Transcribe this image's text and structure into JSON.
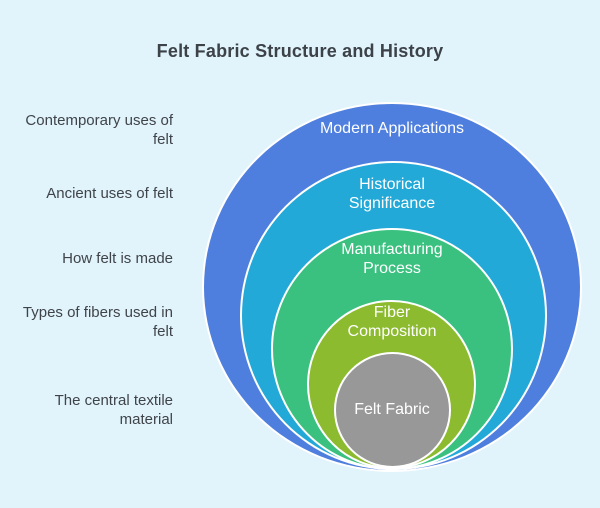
{
  "title": "Felt Fabric Structure and History",
  "background_color": "#e1f3fb",
  "stroke_color": "#ffffff",
  "title_color": "#3c4247",
  "side_label_color": "#3f4449",
  "diagram_type": "nested-concentric-circles",
  "rings": [
    {
      "label": "Modern Applications",
      "side_label": "Contemporary uses of felt",
      "color": "#4e7fde",
      "level": 1
    },
    {
      "label": "Historical Significance",
      "side_label": "Ancient uses of felt",
      "color": "#23a9d8",
      "level": 2
    },
    {
      "label": "Manufacturing Process",
      "side_label": "How felt is made",
      "color": "#3ac17f",
      "level": 3
    },
    {
      "label": "Fiber Composition",
      "side_label": "Types of fibers used in felt",
      "color": "#8cbb2f",
      "level": 4
    },
    {
      "label": "Felt Fabric",
      "side_label": "The central textile material",
      "color": "#989898",
      "level": 5
    }
  ]
}
